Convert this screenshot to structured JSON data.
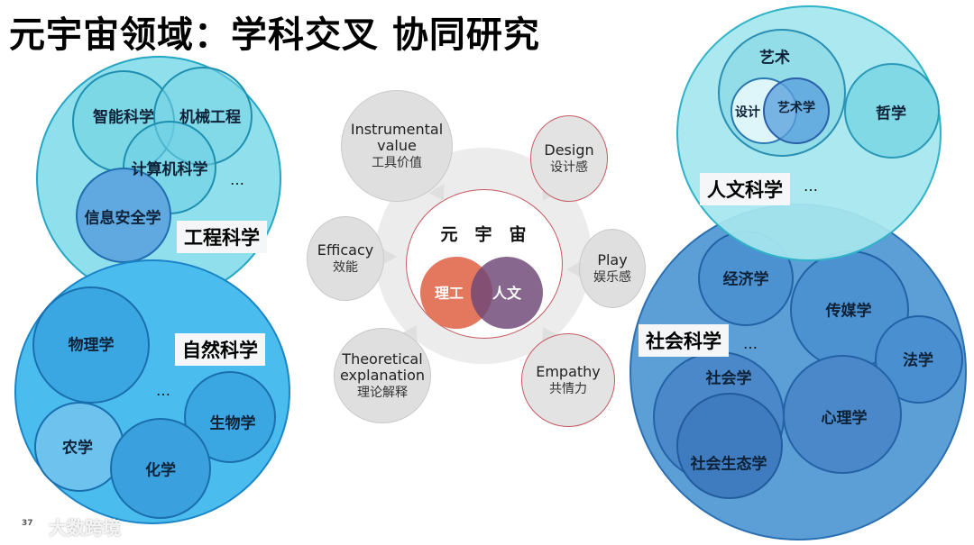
{
  "title": "元宇宙领域：学科交叉 协同研究",
  "colors": {
    "engineering": "#8fe0ec",
    "natural": "#4bbcee",
    "humanities": "#a6e6ee",
    "social": "#5b9fd6",
    "bubble_border_red": "#c45a63",
    "science_circle": "#e4785e",
    "humanities_circle": "#7a4f7d"
  },
  "engineering": {
    "tag": "工程科学",
    "items": [
      "智能科学",
      "机械工程",
      "计算机科学",
      "信息安全学"
    ],
    "more": "…"
  },
  "natural": {
    "tag": "自然科学",
    "items": [
      "物理学",
      "生物学",
      "农学",
      "化学"
    ],
    "more": "…"
  },
  "humanities": {
    "tag": "人文科学",
    "art": "艺术",
    "design": "设计",
    "art_studies": "艺术学",
    "philosophy": "哲学",
    "more": "…"
  },
  "social": {
    "tag": "社会科学",
    "items": [
      "经济学",
      "传媒学",
      "法学",
      "社会学",
      "心理学",
      "社会生态学"
    ],
    "more": "…"
  },
  "center": {
    "title": "元　宇　宙",
    "science": "理工",
    "humanities": "人文"
  },
  "bubbles": [
    {
      "en": "Instrumental value",
      "zh": "工具价值"
    },
    {
      "en": "Design",
      "zh": "设计感"
    },
    {
      "en": "Efficacy",
      "zh": "效能"
    },
    {
      "en": "Play",
      "zh": "娱乐感"
    },
    {
      "en": "Theoretical explanation",
      "zh": "理论解释"
    },
    {
      "en": "Empathy",
      "zh": "共情力"
    }
  ],
  "footer": {
    "watermark": "大数跨境",
    "page": "37"
  }
}
